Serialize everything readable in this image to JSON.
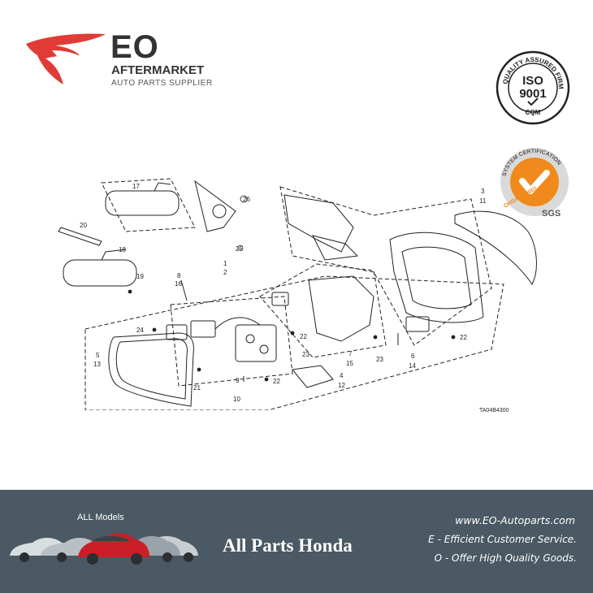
{
  "header": {
    "brand_name": "EO",
    "brand_line1": "AFTERMARKET",
    "brand_line2": "AUTO PARTS SUPPLIER",
    "accent_color": "#e03b36",
    "text_color": "#333333"
  },
  "seals": {
    "iso_ring_text": "QUALITY ASSURED FIRM",
    "iso_label": "ISO",
    "iso_number": "9001",
    "iso_sub": "CQM",
    "sgs_ring_text": "SYSTEM CERTIFICATION",
    "sgs_label": "OHSAS 18001",
    "sgs_mark": "SGS"
  },
  "diagram": {
    "code": "TA04B4300",
    "callouts": [
      "17",
      "20",
      "18",
      "19",
      "8",
      "16",
      "5",
      "13",
      "24",
      "21",
      "9",
      "10",
      "22",
      "23",
      "7",
      "15",
      "26",
      "1",
      "2",
      "25",
      "3",
      "11",
      "6",
      "14",
      "22",
      "4",
      "12",
      "23",
      "22"
    ]
  },
  "footer": {
    "all_models": "ALL Models",
    "title": "All Parts Honda",
    "website": "www.EO-Autoparts.com",
    "line1": "E - Efficient Customer Service.",
    "line2": "O - Offer High Quality Goods.",
    "bg_color": "#4a5963"
  }
}
